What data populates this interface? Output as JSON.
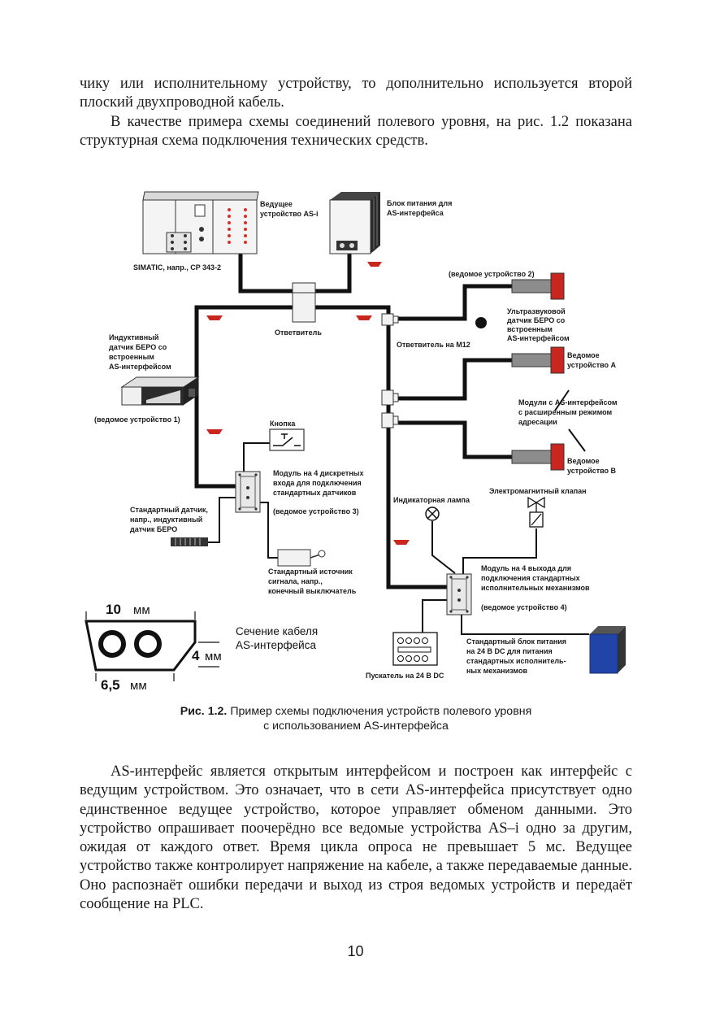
{
  "text": {
    "para_top_1": "чику или исполнительному устройству, то дополнительно используется второй плоский двухпроводной кабель.",
    "para_top_2": "В качестве примера схемы соединений полевого уровня, на рис. 1.2 показана структурная схема подключения технических средств.",
    "para_bottom": "AS-интерфейс является открытым интерфейсом и построен как интерфейс с ведущим устройством. Это означает, что в сети AS-интерфейса присутствует одно единственное ведущее устройство, которое управляет обменом данными. Это устройство опрашивает поочерёдно все ведомые устройства AS–i одно за другим, ожидая от каждого ответ. Время цикла опроса не превышает 5 мс. Ведущее устройство также контролирует напряжение на кабеле, а также передаваемые данные. Оно распознаёт ошибки передачи и выход из строя ведомых устройств и передаёт сообщение на PLC.",
    "page_number": "10"
  },
  "caption": {
    "prefix": "Рис. 1.2.",
    "line1": "Пример схемы подключения устройств полевого уровня",
    "line2": "с использованием AS-интерфейса"
  },
  "labels": {
    "master_1": "Ведущее",
    "master_2": "устройство AS-i",
    "simatic": "SIMATIC, напр., CP 343-2",
    "psu_1": "Блок питания для",
    "psu_2": "AS-интерфейса",
    "slave2": "(ведомое устройство 2)",
    "ultra_1": "Ультразвуковой",
    "ultra_2": "датчик БЕРО со",
    "ultra_3": "встроенным",
    "ultra_4": "AS-интерфейсом",
    "splitter": "Ответвитель",
    "splitter_m12": "Ответвитель на M12",
    "inductive_1": "Индуктивный",
    "inductive_2": "датчик БЕРО со",
    "inductive_3": "встроенным",
    "inductive_4": "AS-интерфейсом",
    "slave1": "(ведомое устройство 1)",
    "slave_a_1": "Ведомое",
    "slave_a_2": "устройство A",
    "modules_1": "Модули с AS-интерфейсом",
    "modules_2": "с расширенным режимом",
    "modules_3": "адресации",
    "slave_b_1": "Ведомое",
    "slave_b_2": "устройство B",
    "button": "Кнопка",
    "module4in_1": "Модуль на 4 дискретных",
    "module4in_2": "входа для подключения",
    "module4in_3": "стандартных датчиков",
    "slave3": "(ведомое устройство 3)",
    "std_sensor_1": "Стандартный датчик,",
    "std_sensor_2": "напр., индуктивный",
    "std_sensor_3": "датчик БЕРО",
    "lamp": "Индикаторная лампа",
    "valve": "Электромагнитный клапан",
    "std_source_1": "Стандартный источник",
    "std_source_2": "сигнала, напр.,",
    "std_source_3": "конечный выключатель",
    "module4out_1": "Модуль на 4 выхода для",
    "module4out_2": "подключения стандартных",
    "module4out_3": "исполнительных механизмов",
    "slave4": "(ведомое устройство 4)",
    "std_psu_1": "Стандартный блок питания",
    "std_psu_2": "на 24 В DC для питания",
    "std_psu_3": "стандартных исполнитель-",
    "std_psu_4": "ных механизмов",
    "starter": "Пускатель на 24 В DC",
    "cable_10": "10",
    "cable_mm_top": "мм",
    "cable_4": "4",
    "cable_mm_right": "мм",
    "cable_65": "6,5",
    "cable_mm_bottom": "мм",
    "cable_section_1": "Сечение кабеля",
    "cable_section_2": "AS-интерфейса"
  }
}
